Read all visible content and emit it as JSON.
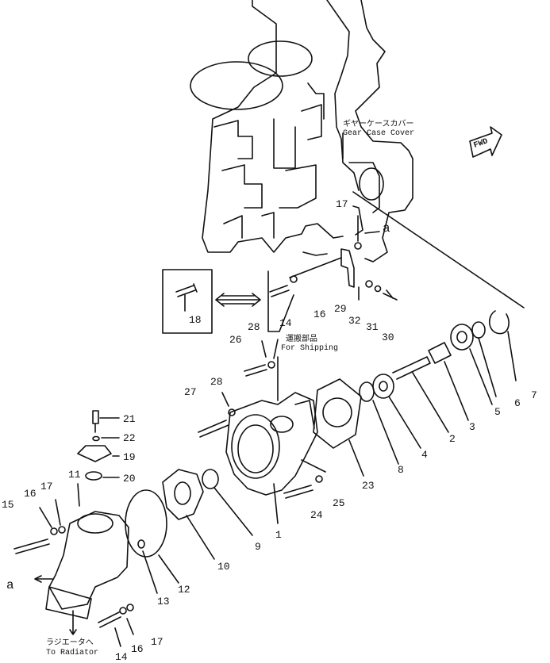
{
  "annotations": {
    "gear_case_cover_jp": "ギヤーケースカバー",
    "gear_case_cover_en": "Gear Case Cover",
    "fwd": "FWD",
    "shipping_jp": "運搬部品",
    "shipping_en": "For Shipping",
    "radiator_jp": "ラジエータへ",
    "radiator_en": "To Radiator",
    "ref_a_top": "a",
    "ref_a_left": "a"
  },
  "callouts": {
    "c1": "1",
    "c2": "2",
    "c3": "3",
    "c4": "4",
    "c5": "5",
    "c6": "6",
    "c7": "7",
    "c8": "8",
    "c9": "9",
    "c10": "10",
    "c11": "11",
    "c12": "12",
    "c13": "13",
    "c14a": "14",
    "c14b": "14",
    "c15": "15",
    "c16a": "16",
    "c16b": "16",
    "c16c": "16",
    "c17a": "17",
    "c17b": "17",
    "c17c": "17",
    "c18": "18",
    "c19": "19",
    "c20": "20",
    "c21": "21",
    "c22": "22",
    "c23": "23",
    "c24": "24",
    "c25": "25",
    "c26": "26",
    "c27": "27",
    "c28a": "28",
    "c28b": "28",
    "c29": "29",
    "c30": "30",
    "c31": "31",
    "c32": "32"
  }
}
